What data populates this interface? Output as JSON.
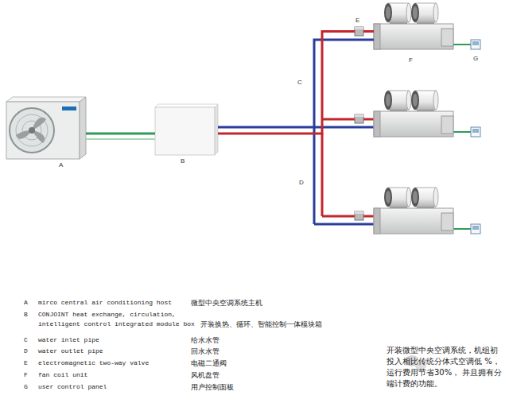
{
  "diagram": {
    "nodes": [
      {
        "text": [
          "A"
        ]
      },
      {
        "text": [
          "B"
        ]
      },
      {
        "text": [
          "E"
        ]
      },
      {
        "text": [
          "F"
        ]
      },
      {
        "text": [
          "G"
        ]
      }
    ],
    "edges": [
      {
        "from": 0,
        "to": 1,
        "arrow": "none"
      },
      {
        "from": 1,
        "to": 3,
        "label": "C",
        "arrow": "none"
      },
      {
        "from": 1,
        "to": 2,
        "label": "D",
        "arrow": "none"
      },
      {
        "from": 2,
        "to": 3,
        "arrow": "none"
      },
      {
        "from": 3,
        "to": 4,
        "arrow": "none"
      }
    ],
    "labels": [
      "A",
      "mirco central air conditioning host",
      "微型中央空调系统主机",
      "B",
      "CONJOINT heat exchange, circulation, intelligent control integrated module box",
      "开装换热、循环、智能控制一体模块箱",
      "C",
      "water inlet pipe",
      "给水水管",
      "D",
      "water outlet pipe",
      "回水水管",
      "E",
      "electromagnetic two-way valve",
      "电磁二通阀",
      "F",
      "fan coil unit",
      "风机盘管",
      "G",
      "user control panel",
      "用户控制面板",
      "开装微型中央空调系统，机组初投入相比传统分体式空调低 %，运行费用节省30%， 并且拥有分端计费的功能。"
    ]
  }
}
